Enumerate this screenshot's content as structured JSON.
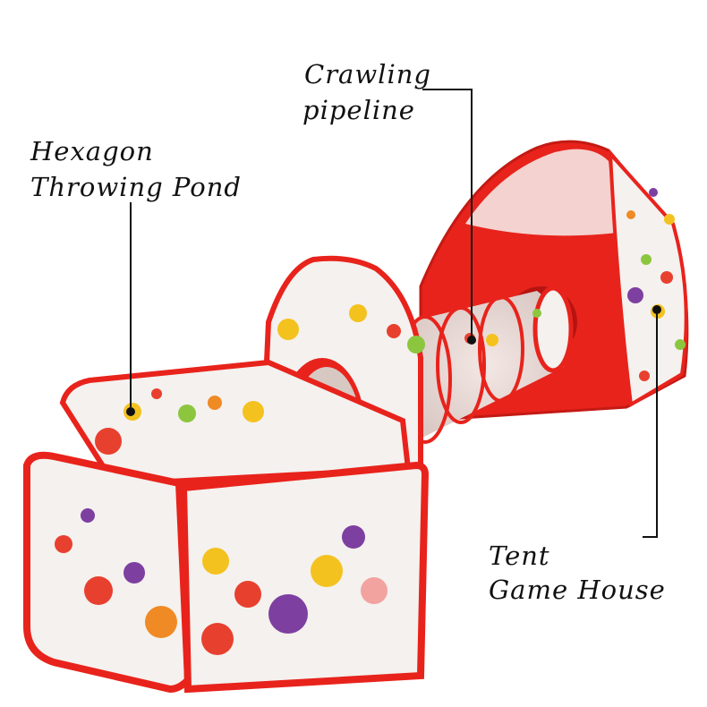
{
  "image": {
    "subject": "children play tent set with ball pit, crawling tunnel and tent house"
  },
  "labels": {
    "hexagon_line1": "Hexagon",
    "hexagon_line2": "Throwing Pond",
    "crawling_line1": "Crawling",
    "crawling_line2": "pipeline",
    "tent_line1": "Tent",
    "tent_line2": "Game House"
  },
  "colors": {
    "fabric_red": "#e8231c",
    "fabric_dark_red": "#b5140f",
    "mesh_white": "#f4f1ee",
    "dot_yellow": "#f4c21f",
    "dot_purple": "#7d3fa0",
    "dot_green": "#8cc63f",
    "dot_orange": "#f08a24",
    "dot_red": "#e8402f",
    "dot_pink": "#f2a3a0",
    "callout_line": "#111111"
  }
}
